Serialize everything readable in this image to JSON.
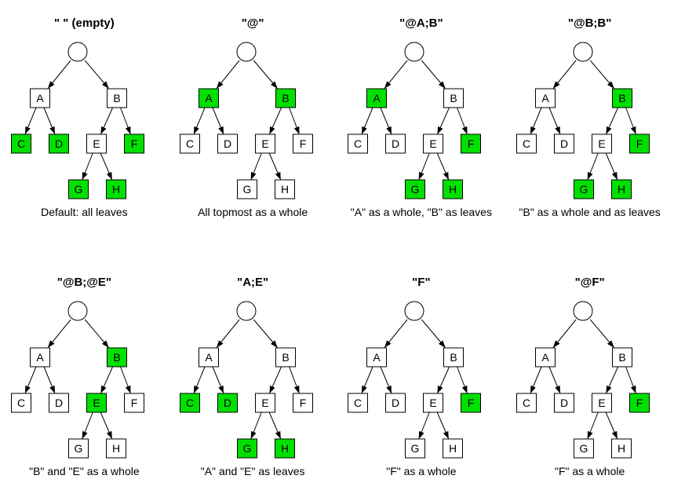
{
  "page": {
    "background": "#ffffff"
  },
  "colors": {
    "highlight": "#00e000",
    "node_fill": "#ffffff",
    "node_border": "#000000",
    "edge": "#000000"
  },
  "tree": {
    "root": {
      "id": "root",
      "shape": "circle",
      "label": ""
    },
    "nodes": [
      {
        "id": "A",
        "label": "A"
      },
      {
        "id": "B",
        "label": "B"
      },
      {
        "id": "C",
        "label": "C"
      },
      {
        "id": "D",
        "label": "D"
      },
      {
        "id": "E",
        "label": "E"
      },
      {
        "id": "F",
        "label": "F"
      },
      {
        "id": "G",
        "label": "G"
      },
      {
        "id": "H",
        "label": "H"
      }
    ],
    "edges": [
      {
        "from": "root",
        "to": "A"
      },
      {
        "from": "root",
        "to": "B"
      },
      {
        "from": "A",
        "to": "C"
      },
      {
        "from": "A",
        "to": "D"
      },
      {
        "from": "B",
        "to": "E"
      },
      {
        "from": "B",
        "to": "F"
      },
      {
        "from": "E",
        "to": "G"
      },
      {
        "from": "E",
        "to": "H"
      }
    ]
  },
  "panels": [
    {
      "title": "\" \" (empty)",
      "caption": "Default: all leaves",
      "highlighted": [
        "C",
        "D",
        "F",
        "G",
        "H"
      ]
    },
    {
      "title": "\"@\"",
      "caption": "All topmost as a whole",
      "highlighted": [
        "A",
        "B"
      ]
    },
    {
      "title": "\"@A;B\"",
      "caption": "\"A\" as a whole, \"B\" as leaves",
      "highlighted": [
        "A",
        "F",
        "G",
        "H"
      ]
    },
    {
      "title": "\"@B;B\"",
      "caption": "\"B\" as a whole and as leaves",
      "highlighted": [
        "B",
        "F",
        "G",
        "H"
      ]
    },
    {
      "title": "\"@B;@E\"",
      "caption": "\"B\" and \"E\" as a whole",
      "highlighted": [
        "B",
        "E"
      ]
    },
    {
      "title": "\"A;E\"",
      "caption": "\"A\" and \"E\" as leaves",
      "highlighted": [
        "C",
        "D",
        "G",
        "H"
      ]
    },
    {
      "title": "\"F\"",
      "caption": "\"F\" as a whole",
      "highlighted": [
        "F"
      ]
    },
    {
      "title": "\"@F\"",
      "caption": "\"F\" as a whole",
      "highlighted": [
        "F"
      ]
    }
  ]
}
